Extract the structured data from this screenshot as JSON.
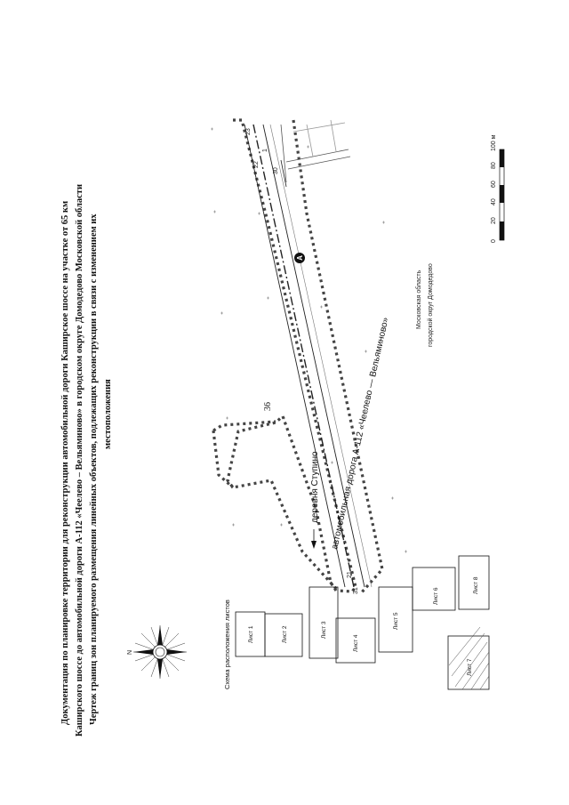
{
  "page_number": "36",
  "title": {
    "line1": "Документация по планировке территории для реконструкции автомобильной дороги Каширское шоссе на участке от 65 км",
    "line2": "Каширского шоссе до автомобильной дороги А-112 «Чеелево – Вельяминово» в городском округе Домодедово Московской области",
    "line3": "Чертеж границ зон планируемого размещения линейных объектов, подлежащих реконструкции в связи с изменением их",
    "line4": "местоположения"
  },
  "map": {
    "road_label": "автомобильная дорога А-112 «Чеелево — Вельяминово»",
    "village_label": "деревня Ступино",
    "region_label": "Московская область",
    "district_label": "городской округ Домодедово",
    "marker_label": "A",
    "point_labels": [
      "23",
      "22",
      "1",
      "30",
      "31",
      "21"
    ]
  },
  "scale_bar": {
    "ticks": [
      "0",
      "20",
      "40",
      "60",
      "80",
      "100 м"
    ]
  },
  "compass": {
    "north_label": "N"
  },
  "sheet_scheme": {
    "title": "Схема расположения листов",
    "sheets": [
      "Лист 1",
      "Лист 2",
      "Лист 3",
      "Лист 4",
      "Лист 5",
      "Лист 6",
      "Лист 7",
      "Лист 8"
    ]
  }
}
